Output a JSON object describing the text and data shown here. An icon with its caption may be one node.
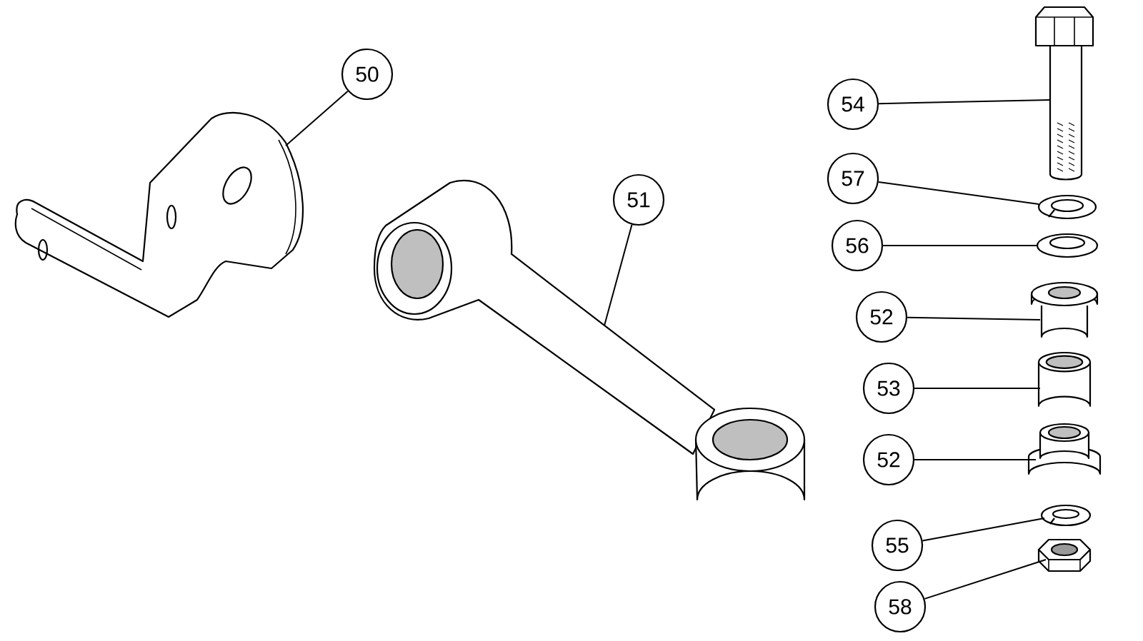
{
  "diagram": {
    "nodes": [
      {
        "text": [
          "50"
        ]
      },
      {
        "text": [],
        "shape": "picture"
      },
      {
        "text": [
          "51"
        ]
      },
      {
        "text": [],
        "shape": "picture"
      },
      {
        "text": [
          "54"
        ]
      },
      {
        "text": [],
        "shape": "picture"
      },
      {
        "text": [
          "57"
        ]
      },
      {
        "text": [],
        "shape": "picture"
      },
      {
        "text": [
          "56"
        ]
      },
      {
        "text": [],
        "shape": "picture"
      },
      {
        "text": [
          "52"
        ]
      },
      {
        "text": [],
        "shape": "picture"
      },
      {
        "text": [
          "53"
        ]
      },
      {
        "text": [],
        "shape": "cylinder"
      },
      {
        "text": [
          "52"
        ]
      },
      {
        "text": [],
        "shape": "picture"
      },
      {
        "text": [
          "55"
        ]
      },
      {
        "text": [],
        "shape": "picture"
      },
      {
        "text": [
          "58"
        ]
      },
      {
        "text": [],
        "shape": "picture"
      }
    ],
    "edges": [
      {
        "from": 0,
        "to": 1,
        "arrow": "none"
      },
      {
        "from": 2,
        "to": 3,
        "arrow": "none"
      },
      {
        "from": 4,
        "to": 5,
        "arrow": "none"
      },
      {
        "from": 6,
        "to": 7,
        "arrow": "none"
      },
      {
        "from": 8,
        "to": 9,
        "arrow": "none"
      },
      {
        "from": 10,
        "to": 11,
        "arrow": "none"
      },
      {
        "from": 12,
        "to": 13,
        "arrow": "none"
      },
      {
        "from": 14,
        "to": 15,
        "arrow": "none"
      },
      {
        "from": 16,
        "to": 17,
        "arrow": "none"
      },
      {
        "from": 18,
        "to": 19,
        "arrow": "none"
      }
    ]
  }
}
